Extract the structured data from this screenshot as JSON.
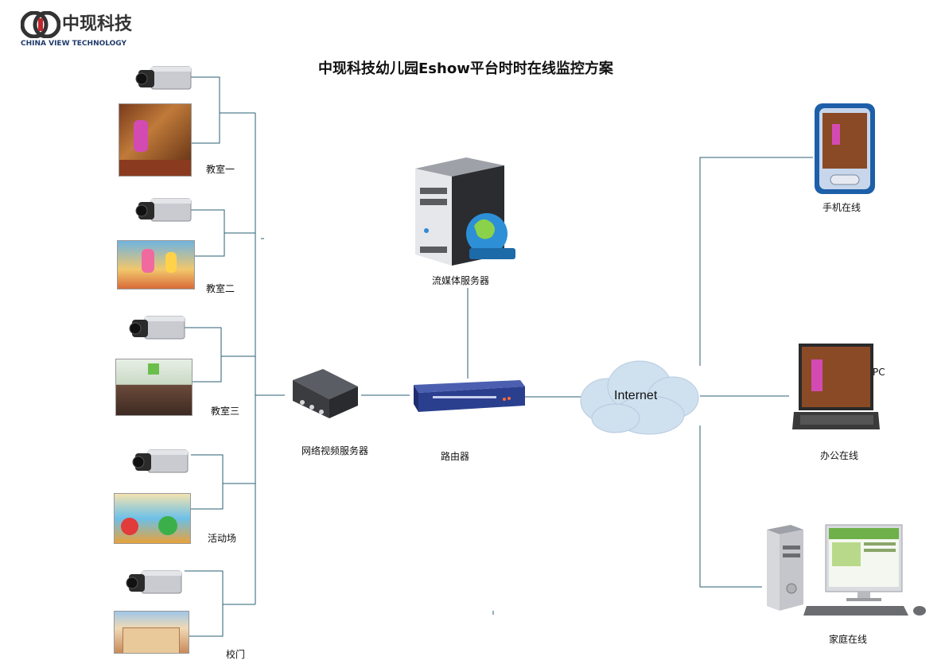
{
  "logo": {
    "brand_cn": "中现科技",
    "brand_en": "CHINA VIEW TECHNOLOGY"
  },
  "title": "中现科技幼儿园Eshow平台时时在线监控方案",
  "cameras": [
    {
      "label": "教室一"
    },
    {
      "label": "教室二"
    },
    {
      "label": "教室三"
    },
    {
      "label": "活动场"
    },
    {
      "label": "校门"
    }
  ],
  "devices": {
    "encoder": "网络视频服务器",
    "router": "路由器",
    "server": "流媒体服务器",
    "internet": "Internet",
    "mobile": "手机在线",
    "office": "办公在线",
    "office_pc": "PC",
    "home": "家庭在线"
  },
  "colors": {
    "wire": "#2a5f73",
    "router": "#2b3f8f",
    "cloud": "#cfe0ef"
  }
}
